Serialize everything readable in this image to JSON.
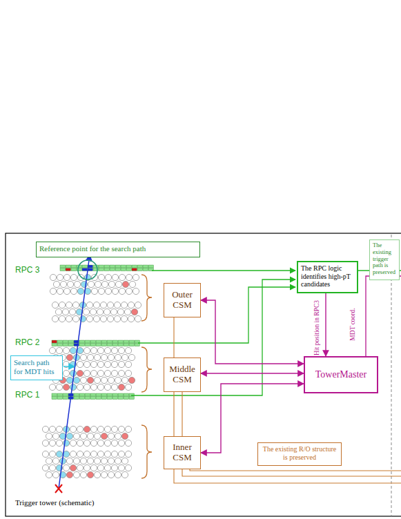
{
  "diagram": {
    "nodes": [
      {
        "text": [
          "Reference point for the search path"
        ]
      },
      {
        "text": [
          "The existing trigger path is preserved"
        ]
      },
      {
        "text": [
          "Outer CSM"
        ]
      },
      {
        "text": [
          "The RPC logic identifies high-pT candidates"
        ]
      },
      {
        "text": [
          "Search path for MDT hits"
        ]
      },
      {
        "text": [
          "Middle CSM"
        ]
      },
      {
        "text": [
          "TowerMaster"
        ]
      },
      {
        "text": [
          "Inner CSM"
        ]
      },
      {
        "text": [
          "The existing R/O structure is preserved"
        ]
      }
    ],
    "edges": [
      {
        "from": 3,
        "to": 6,
        "arrow": "to"
      },
      {
        "from": 6,
        "to": 2,
        "arrow": "both"
      },
      {
        "from": 6,
        "to": 5,
        "arrow": "both"
      },
      {
        "from": 6,
        "to": 7,
        "arrow": "both"
      }
    ],
    "labels": [
      "RPC 3",
      "RPC 2",
      "RPC 1",
      "Hit position in RPC3",
      "MDT coord.",
      "Trigger tower (schematic)"
    ]
  }
}
